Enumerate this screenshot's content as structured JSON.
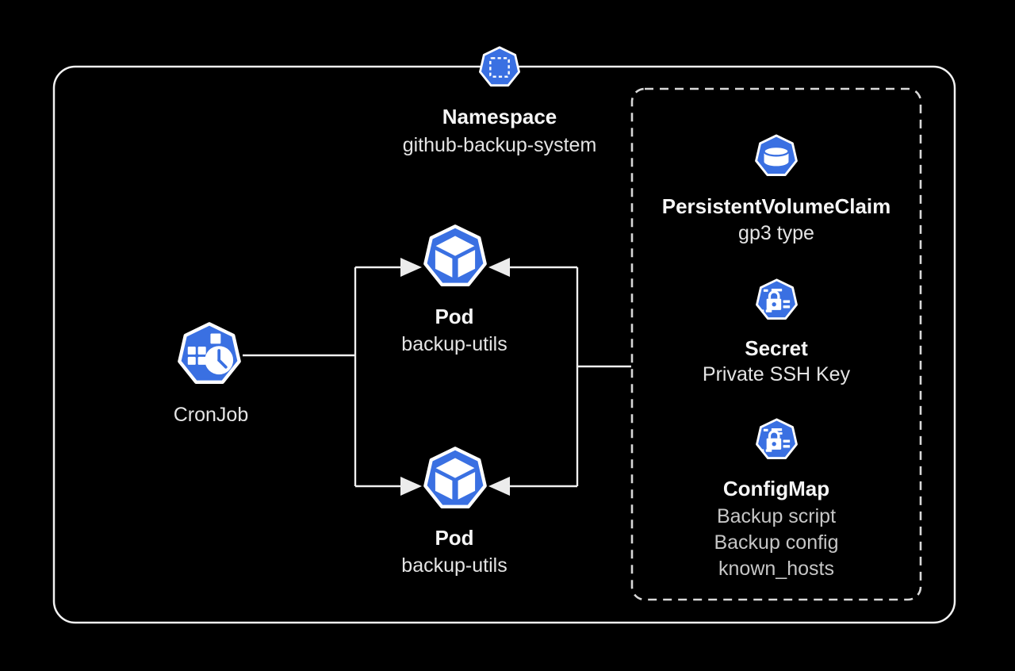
{
  "colors": {
    "k8s_blue": "#3A70E2",
    "icon_stroke": "#FFFFFF",
    "line": "#F0F0F0",
    "dashed_border": "#D8D8D8",
    "background": "#000000"
  },
  "namespace": {
    "kind": "Namespace",
    "name": "github-backup-system"
  },
  "nodes": {
    "cronjob": {
      "label": "CronJob"
    },
    "pod_top": {
      "kind": "Pod",
      "name": "backup-utils"
    },
    "pod_bottom": {
      "kind": "Pod",
      "name": "backup-utils"
    },
    "pvc": {
      "kind": "PersistentVolumeClaim",
      "detail": "gp3 type"
    },
    "secret": {
      "kind": "Secret",
      "detail": "Private SSH Key"
    },
    "configmap": {
      "kind": "ConfigMap",
      "items": [
        "Backup script",
        "Backup config",
        "known_hosts"
      ]
    }
  }
}
